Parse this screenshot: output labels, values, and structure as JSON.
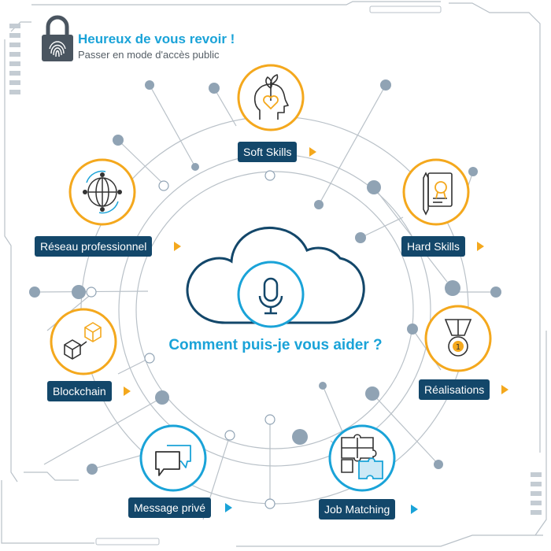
{
  "header": {
    "title": "Heureux de vous revoir !",
    "subtitle": "Passer en mode d'accès public",
    "icon": "fingerprint-lock-icon"
  },
  "assistant": {
    "prompt": "Comment puis-je vous aider ?",
    "icon": "microphone-icon"
  },
  "nodes": {
    "soft_skills": {
      "label": "Soft Skills",
      "icon": "head-plant-heart-icon"
    },
    "hard_skills": {
      "label": "Hard Skills",
      "icon": "certificate-pen-icon"
    },
    "realisations": {
      "label": "Réalisations",
      "icon": "medal-icon"
    },
    "job_matching": {
      "label": "Job Matching",
      "icon": "puzzle-icon"
    },
    "message_prive": {
      "label": "Message privé",
      "icon": "chat-bubbles-icon"
    },
    "blockchain": {
      "label": "Blockchain",
      "icon": "linked-cubes-icon"
    },
    "reseau": {
      "label": "Réseau professionnel",
      "icon": "globe-network-icon"
    }
  },
  "colors": {
    "accent_orange": "#f4a81d",
    "accent_blue": "#1aa3d8",
    "label_navy": "#13476a",
    "node_gray": "#90a3b4"
  }
}
